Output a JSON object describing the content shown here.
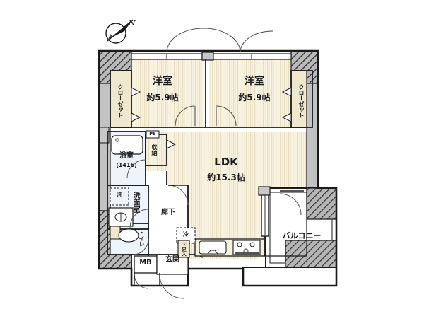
{
  "plan": {
    "type": "japanese-apartment-floor-plan",
    "layout_code": "2LDK",
    "compass": {
      "label": "N",
      "direction": "upper-right"
    },
    "palette": {
      "wall_outline": "#1a1a1a",
      "wall_fill": "#ffffff",
      "structure_gray": "#b9b9b9",
      "hatch_line": "#3c3c3c",
      "room_floor": "#f7f0dc",
      "floor_grain": "#e9dfc2",
      "wet_area": "#eef4fb",
      "balcony_fill": "#ffffff",
      "corridor_fill": "#ffffff",
      "closet_fill": "#f0e7cf",
      "text": "#1a1a1a"
    },
    "rooms": [
      {
        "name": "bedroom-west",
        "label": "洋室",
        "size": "約5.9帖",
        "floor": "wood"
      },
      {
        "name": "bedroom-east",
        "label": "洋室",
        "size": "約5.9帖",
        "floor": "wood"
      },
      {
        "name": "living-dining-kitchen",
        "label": "LDK",
        "size": "約15.3帖",
        "floor": "wood"
      },
      {
        "name": "bathroom",
        "label": "浴室",
        "size": "(1416)",
        "floor": "wet"
      },
      {
        "name": "washroom",
        "label": "洗面室",
        "floor": "wet"
      },
      {
        "name": "toilet",
        "label": "トイレ",
        "floor": "wet"
      },
      {
        "name": "corridor",
        "label": "廊下",
        "floor": "plain"
      },
      {
        "name": "entrance",
        "label": "玄関",
        "floor": "plain"
      },
      {
        "name": "balcony",
        "label": "バルコニー",
        "floor": "plain"
      }
    ],
    "storage": [
      {
        "name": "closet-west",
        "label": "クローゼット",
        "orientation": "vertical"
      },
      {
        "name": "closet-east",
        "label": "クローゼット",
        "orientation": "vertical"
      },
      {
        "name": "storage-closet",
        "label": "収納",
        "orientation": "vertical"
      },
      {
        "name": "shoe-cabinet",
        "label": "下足入",
        "orientation": "vertical"
      }
    ],
    "fixtures": [
      {
        "name": "pipe-shaft",
        "label": "PS"
      },
      {
        "name": "meter-box",
        "label": "MB"
      },
      {
        "name": "washing-machine-space",
        "label": "洗"
      },
      {
        "name": "refrigerator-space",
        "label": "冷"
      },
      {
        "name": "bathtub",
        "label": ""
      },
      {
        "name": "vanity-sink",
        "label": ""
      },
      {
        "name": "toilet-bowl",
        "label": ""
      },
      {
        "name": "kitchen-sink",
        "label": ""
      },
      {
        "name": "gas-stove",
        "label": ""
      }
    ]
  }
}
